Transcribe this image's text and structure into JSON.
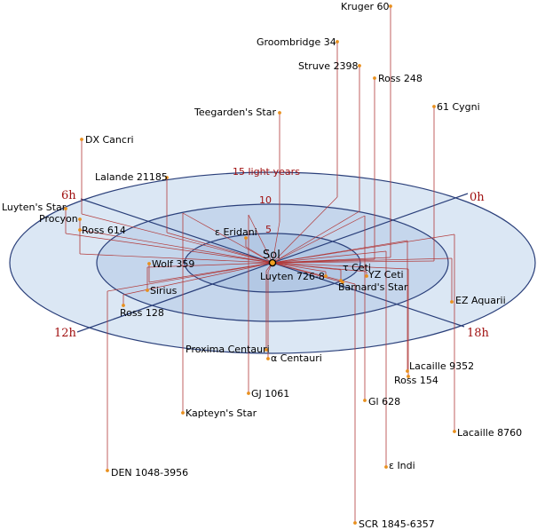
{
  "diagram": {
    "center_label": "Sol",
    "colors": {
      "outer_ring_fill": "#dbe7f4",
      "mid_ring_fill": "#c5d6ec",
      "inner_ring_fill": "#b3c8e4",
      "ring_stroke": "#2a3f7a",
      "drop_line": "#b23a3a",
      "star_marker": "#e8901e",
      "label_red": "#a01010"
    },
    "rings": [
      {
        "label": "5"
      },
      {
        "label": "10"
      },
      {
        "label": "15 light-years"
      }
    ],
    "directions": [
      {
        "label": "0h"
      },
      {
        "label": "6h"
      },
      {
        "label": "12h"
      },
      {
        "label": "18h"
      }
    ],
    "stars": [
      {
        "name": "Kruger 60"
      },
      {
        "name": "Groombridge 34"
      },
      {
        "name": "Struve 2398"
      },
      {
        "name": "Ross 248"
      },
      {
        "name": "61 Cygni"
      },
      {
        "name": "Teegarden's Star"
      },
      {
        "name": "DX Cancri"
      },
      {
        "name": "Lalande 21185"
      },
      {
        "name": "Luyten's Star"
      },
      {
        "name": "Procyon"
      },
      {
        "name": "Ross 614"
      },
      {
        "name": "ε Eridani"
      },
      {
        "name": "Wolf 359"
      },
      {
        "name": "Sirius"
      },
      {
        "name": "Ross 128"
      },
      {
        "name": "τ Ceti"
      },
      {
        "name": "YZ Ceti"
      },
      {
        "name": "Luyten 726-8"
      },
      {
        "name": "Barnard's Star"
      },
      {
        "name": "EZ Aquarii"
      },
      {
        "name": "Proxima Centauri"
      },
      {
        "name": "α Centauri"
      },
      {
        "name": "Lacaille 9352"
      },
      {
        "name": "Ross 154"
      },
      {
        "name": "GJ 1061"
      },
      {
        "name": "Gl 628"
      },
      {
        "name": "Kapteyn's Star"
      },
      {
        "name": "Lacaille 8760"
      },
      {
        "name": "ε Indi"
      },
      {
        "name": "DEN 1048-3956"
      },
      {
        "name": "SCR 1845-6357"
      }
    ]
  }
}
